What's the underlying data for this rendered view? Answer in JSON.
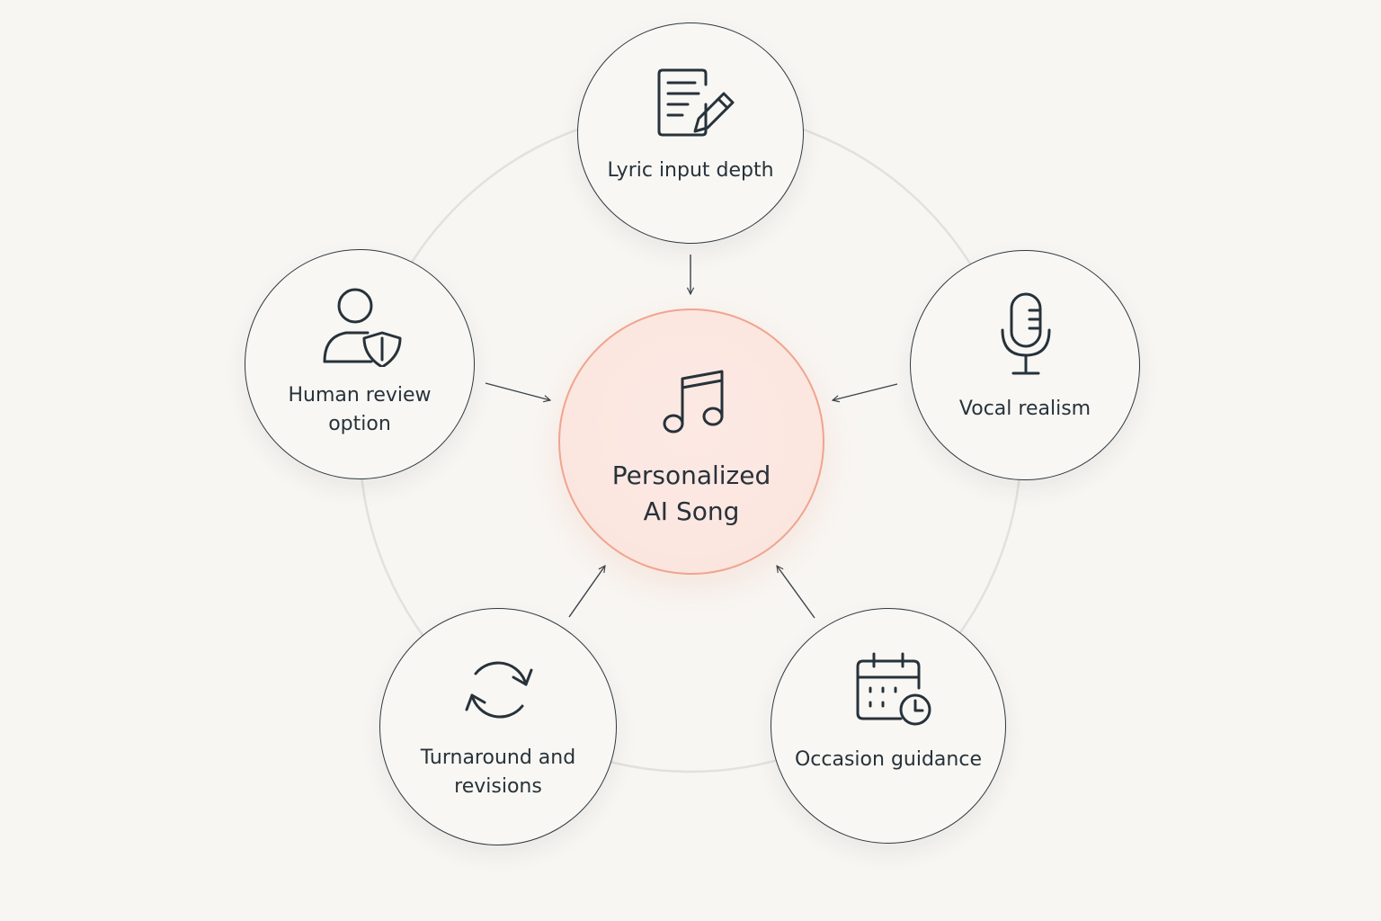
{
  "center": {
    "line1": "Personalized",
    "line2": "AI Song",
    "icon": "music-note-icon"
  },
  "nodes": {
    "lyric": {
      "label": "Lyric input depth",
      "icon": "document-pencil-icon"
    },
    "vocal": {
      "label": "Vocal realism",
      "icon": "microphone-icon"
    },
    "occasion": {
      "label": "Occasion guidance",
      "icon": "calendar-clock-icon"
    },
    "turnaround": {
      "line1": "Turnaround and",
      "line2": "revisions",
      "icon": "refresh-icon"
    },
    "human": {
      "line1": "Human review",
      "line2": "option",
      "icon": "user-shield-icon"
    }
  },
  "colors": {
    "background": "#f8f6f3",
    "node_stroke": "#2f3a40",
    "center_stroke": "#f0a48e",
    "center_fill": "#fbe6e0",
    "ring": "#e3e1dd"
  }
}
